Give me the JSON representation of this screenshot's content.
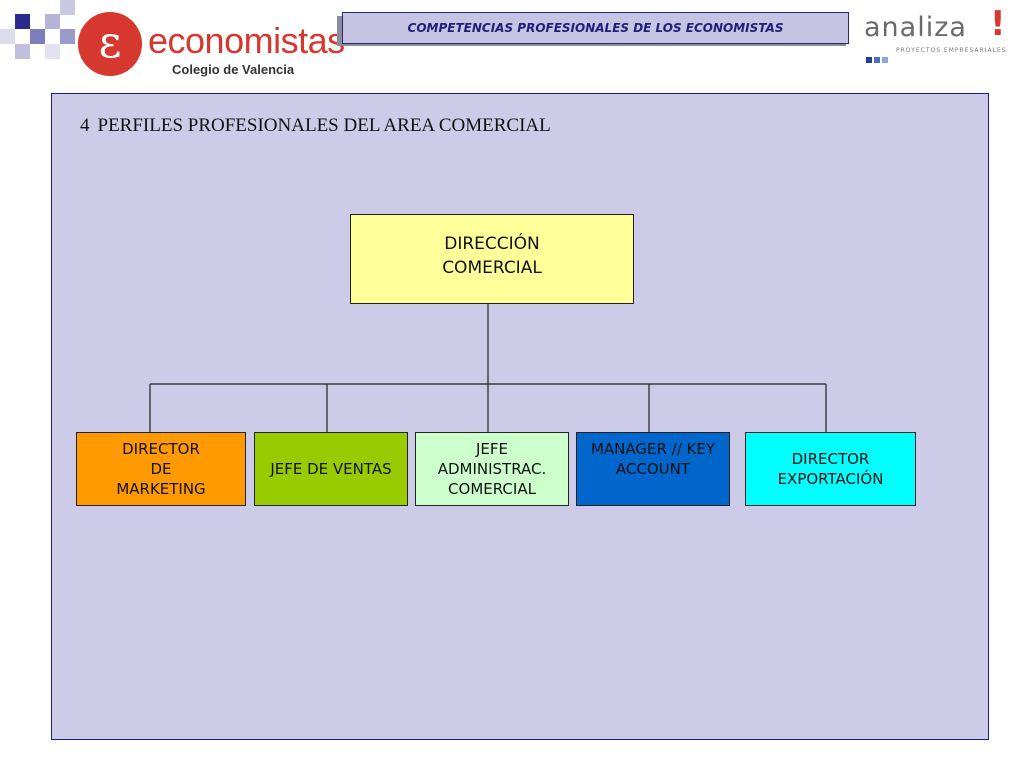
{
  "header": {
    "banner_title": "COMPETENCIAS PROFESIONALES DE LOS ECONOMISTAS",
    "left_logo": {
      "emblem": "ε",
      "word": "economistas",
      "subtitle": "Colegio de Valencia",
      "color": "#d6372e"
    },
    "right_logo": {
      "word": "analiza",
      "bang": "!",
      "subtitle": "PROYECTOS EMPRESARIALES"
    }
  },
  "slide": {
    "number": "4",
    "title": "PERFILES PROFESIONALES DEL AREA COMERCIAL"
  },
  "org_chart": {
    "root": {
      "label": "DIRECCIÓN\nCOMERCIAL",
      "color": "#ffff99"
    },
    "children": [
      {
        "label": "DIRECTOR\nDE\nMARKETING",
        "color": "#ff9900"
      },
      {
        "label": "JEFE DE VENTAS",
        "color": "#99cc00"
      },
      {
        "label": "JEFE\nADMINISTRAC.\nCOMERCIAL",
        "color": "#ccffcc"
      },
      {
        "label": "MANAGER // KEY\nACCOUNT",
        "color": "#0066cc"
      },
      {
        "label": "DIRECTOR\nEXPORTACIÓN",
        "color": "#00ffff"
      }
    ]
  }
}
